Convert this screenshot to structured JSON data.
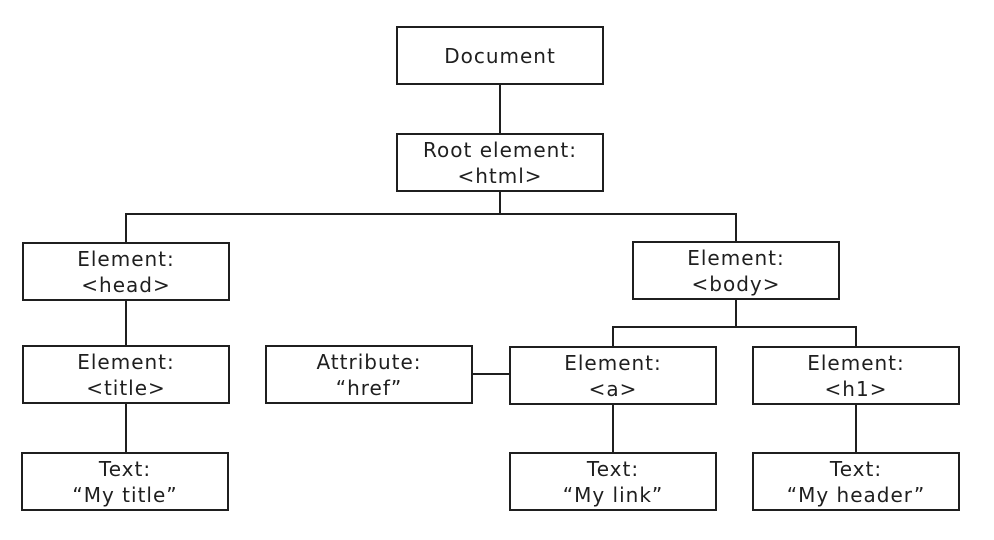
{
  "diagram": {
    "description": "HTML DOM tree of objects",
    "background_color": "#ffffff",
    "line_color": "#1f1f1f",
    "text_color": "#1f1f1f",
    "nodes": [
      {
        "id": "document",
        "lines": [
          "Document"
        ]
      },
      {
        "id": "root-html",
        "lines": [
          "Root element:",
          "<html>"
        ]
      },
      {
        "id": "element-head",
        "lines": [
          "Element:",
          "<head>"
        ]
      },
      {
        "id": "element-body",
        "lines": [
          "Element:",
          "<body>"
        ]
      },
      {
        "id": "element-title",
        "lines": [
          "Element:",
          "<title>"
        ]
      },
      {
        "id": "attribute-href",
        "lines": [
          "Attribute:",
          "“href”"
        ]
      },
      {
        "id": "element-a",
        "lines": [
          "Element:",
          "<a>"
        ]
      },
      {
        "id": "element-h1",
        "lines": [
          "Element:",
          "<h1>"
        ]
      },
      {
        "id": "text-my-title",
        "lines": [
          "Text:",
          "“My title”"
        ]
      },
      {
        "id": "text-my-link",
        "lines": [
          "Text:",
          "“My link”"
        ]
      },
      {
        "id": "text-my-header",
        "lines": [
          "Text:",
          "“My header”"
        ]
      }
    ],
    "edges": [
      {
        "from": "document",
        "to": "root-html",
        "type": "child"
      },
      {
        "from": "root-html",
        "to": "element-head",
        "type": "child"
      },
      {
        "from": "root-html",
        "to": "element-body",
        "type": "child"
      },
      {
        "from": "element-head",
        "to": "element-title",
        "type": "child"
      },
      {
        "from": "element-title",
        "to": "text-my-title",
        "type": "child"
      },
      {
        "from": "element-body",
        "to": "element-a",
        "type": "child"
      },
      {
        "from": "element-body",
        "to": "element-h1",
        "type": "child"
      },
      {
        "from": "element-a",
        "to": "attribute-href",
        "type": "attribute"
      },
      {
        "from": "element-a",
        "to": "text-my-link",
        "type": "child"
      },
      {
        "from": "element-h1",
        "to": "text-my-header",
        "type": "child"
      }
    ]
  }
}
